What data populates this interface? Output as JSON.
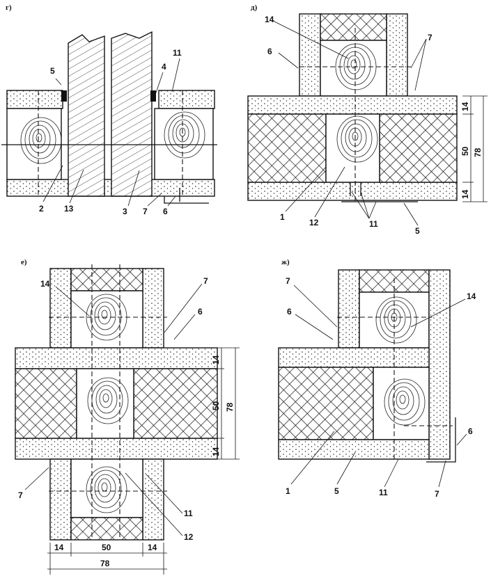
{
  "panels": {
    "g": {
      "letter": "г)",
      "callouts": [
        "5",
        "11",
        "4",
        "2",
        "13",
        "3",
        "7",
        "6"
      ]
    },
    "d": {
      "letter": "д)",
      "callouts": [
        "14",
        "6",
        "7",
        "1",
        "12",
        "11",
        "5"
      ],
      "dims": [
        "14",
        "50",
        "78",
        "14"
      ]
    },
    "e": {
      "letter": "е)",
      "callouts": [
        "14",
        "7",
        "6",
        "7",
        "11",
        "12"
      ],
      "dims_right": [
        "14",
        "50",
        "78",
        "14"
      ],
      "dims_bottom": [
        "14",
        "50",
        "14",
        "78"
      ]
    },
    "zh": {
      "letter": "ж)",
      "callouts": [
        "7",
        "6",
        "14",
        "6",
        "1",
        "5",
        "11",
        "7"
      ]
    }
  }
}
